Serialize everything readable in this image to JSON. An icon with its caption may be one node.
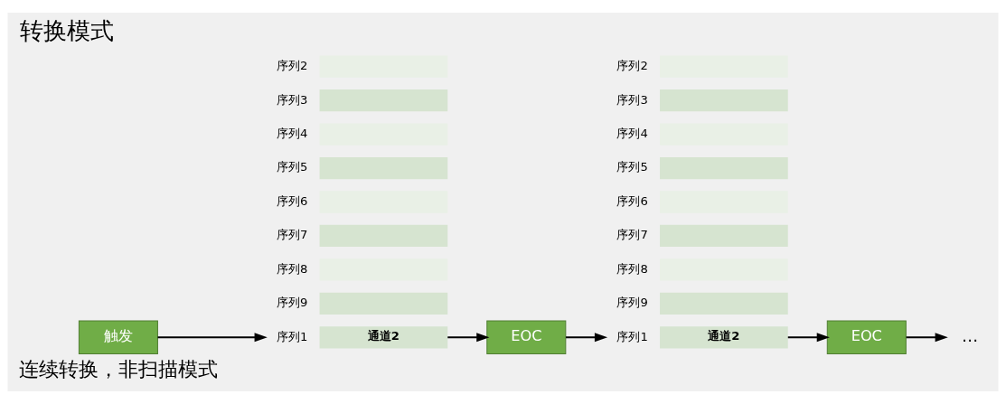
{
  "diagram": {
    "title": "转换模式",
    "nodes": [
      {
        "text": [
          "触发"
        ]
      },
      {
        "text": [
          "通道2"
        ],
        "beside": [
          "序列1"
        ]
      },
      {
        "text": [],
        "shape": "box",
        "beside": [
          "序列2"
        ]
      },
      {
        "text": [],
        "shape": "box",
        "beside": [
          "序列3"
        ]
      },
      {
        "text": [],
        "shape": "box",
        "beside": [
          "序列4"
        ]
      },
      {
        "text": [],
        "shape": "box",
        "beside": [
          "序列5"
        ]
      },
      {
        "text": [],
        "shape": "box",
        "beside": [
          "序列6"
        ]
      },
      {
        "text": [],
        "shape": "box",
        "beside": [
          "序列7"
        ]
      },
      {
        "text": [],
        "shape": "box",
        "beside": [
          "序列8"
        ]
      },
      {
        "text": [],
        "shape": "box",
        "beside": [
          "序列9"
        ]
      },
      {
        "text": [
          "EOC"
        ]
      },
      {
        "text": [
          "通道2"
        ],
        "beside": [
          "序列1"
        ]
      },
      {
        "text": [],
        "shape": "box",
        "beside": [
          "序列2"
        ]
      },
      {
        "text": [],
        "shape": "box",
        "beside": [
          "序列3"
        ]
      },
      {
        "text": [],
        "shape": "box",
        "beside": [
          "序列4"
        ]
      },
      {
        "text": [],
        "shape": "box",
        "beside": [
          "序列5"
        ]
      },
      {
        "text": [],
        "shape": "box",
        "beside": [
          "序列6"
        ]
      },
      {
        "text": [],
        "shape": "box",
        "beside": [
          "序列7"
        ]
      },
      {
        "text": [],
        "shape": "box",
        "beside": [
          "序列8"
        ]
      },
      {
        "text": [],
        "shape": "box",
        "beside": [
          "序列9"
        ]
      },
      {
        "text": [
          "EOC"
        ]
      },
      {
        "text": [
          "…"
        ]
      }
    ],
    "edges": [
      {
        "from": 0,
        "to": 1,
        "arrow": "to"
      },
      {
        "from": 1,
        "to": 10,
        "arrow": "to"
      },
      {
        "from": 10,
        "to": 11,
        "arrow": "to"
      },
      {
        "from": 11,
        "to": 20,
        "arrow": "to"
      },
      {
        "from": 20,
        "to": 21,
        "arrow": "to"
      }
    ],
    "labels": [
      "连续转换，非扫描模式"
    ]
  }
}
